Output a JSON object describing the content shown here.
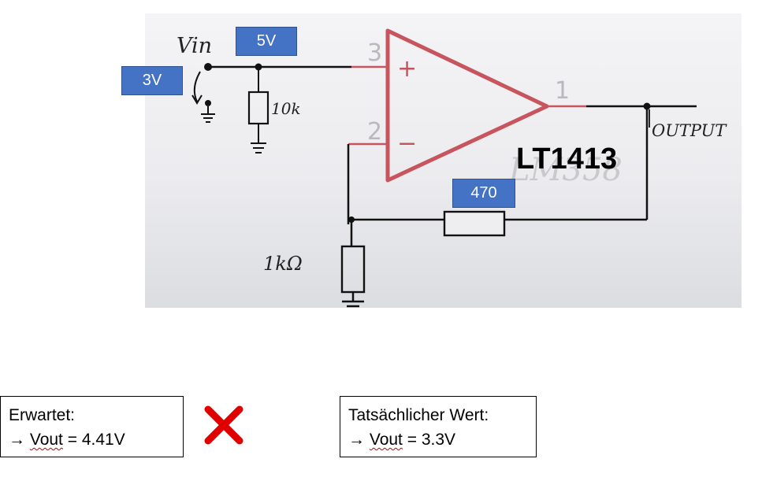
{
  "schematic": {
    "vin_label": "Vin",
    "pin_3": "3",
    "pin_2": "2",
    "pin_1": "1",
    "plus_sign": "+",
    "minus_sign": "−",
    "r_input_label": "10k",
    "r_ground_label": "1kΩ",
    "output_label": "OUTPUT",
    "faded_part": "LM358",
    "colors": {
      "opamp": "#c8545e",
      "wire": "#111111"
    }
  },
  "overlays": {
    "vin_value": "3V",
    "input_node_value": "5V",
    "feedback_resistor_value": "470",
    "chip_name": "LT1413",
    "box_color": "#4472c4"
  },
  "expected": {
    "title": "Erwartet:",
    "arrow": "→",
    "var": "Vout",
    "value": " = 4.41V"
  },
  "actual": {
    "title": "Tatsächlicher Wert:",
    "arrow": "→",
    "var": "Vout",
    "value": " = 3.3V"
  },
  "status_icon": "cross-mark-icon",
  "status_color": "#e00000"
}
